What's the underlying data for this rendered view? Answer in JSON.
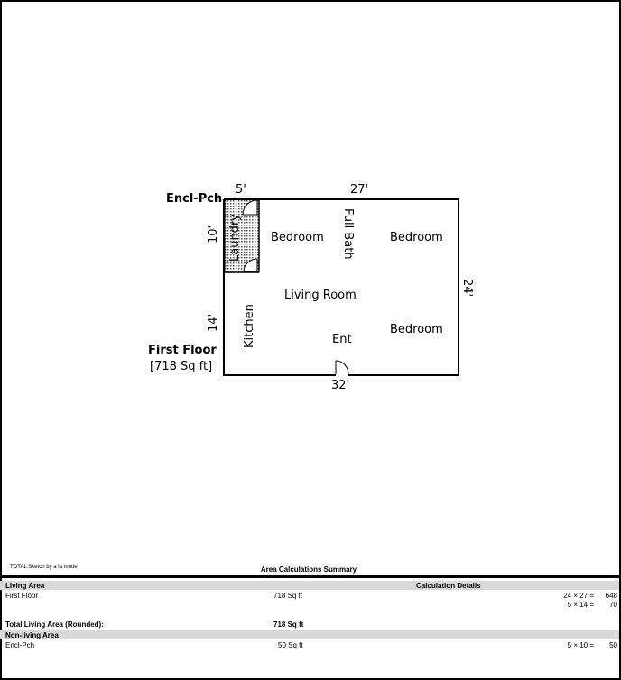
{
  "plan": {
    "encl_label": "Encl-Pch",
    "floor_label": "First Floor",
    "floor_area": "[718 Sq ft]",
    "dims": {
      "top_left": "5'",
      "top_right": "27'",
      "bottom": "32'",
      "right": "24'",
      "left_upper": "10'",
      "left_lower": "14'"
    },
    "rooms": {
      "laundry": "Laundry",
      "bedroom_1": "Bedroom",
      "full_bath": "Full Bath",
      "bedroom_2": "Bedroom",
      "living_room": "Living Room",
      "kitchen": "Kitchen",
      "entry": "Ent",
      "bedroom_3": "Bedroom"
    }
  },
  "footer": {
    "credit": "TOTAL Sketch by a la mode",
    "summary_title": "Area Calculations Summary"
  },
  "summary": {
    "living_header": "Living Area",
    "calc_header": "Calculation Details",
    "first_floor_name": "First Floor",
    "first_floor_area": "718 Sq ft",
    "calc_row_1": "24 × 27 =",
    "calc_row_1_val": "648",
    "calc_row_2": "5 × 14 =",
    "calc_row_2_val": "70",
    "total_label": "Total Living Area (Rounded):",
    "total_value": "718 Sq ft",
    "nonliving_header": "Non-living Area",
    "encl_name": "Encl-Pch",
    "encl_area": "50 Sq ft",
    "encl_calc": "5 × 10 =",
    "encl_calc_val": "50"
  }
}
